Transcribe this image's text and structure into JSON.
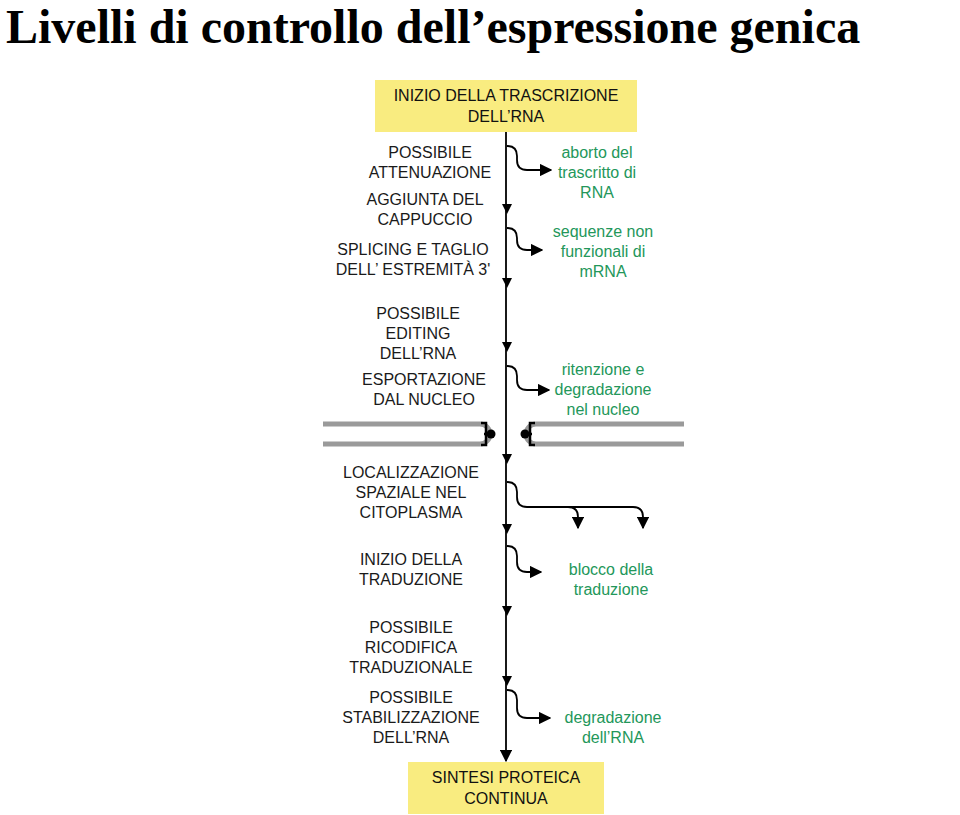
{
  "diagram": {
    "title": "Livelli di controllo dell’espressione genica",
    "nodes": [
      {
        "text": [
          "INIZIO DELLA TRASCRIZIONE DELL’RNA"
        ]
      },
      {
        "text": [
          "SINTESI PROTEICA CONTINUA"
        ]
      }
    ],
    "edges": [
      {
        "from": 0,
        "to": 1,
        "arrow": "to"
      }
    ],
    "labels": [
      "POSSIBILE ATTENUAZIONE",
      "AGGIUNTA DEL CAPPUCCIO",
      "SPLICING E TAGLIO DELL’ ESTREMITÀ 3'",
      "POSSIBILE EDITING DELL’RNA",
      "ESPORTAZIONE DAL NUCLEO",
      "LOCALIZZAZIONE SPAZIALE NEL CITOPLASMA",
      "INIZIO DELLA TRADUZIONE",
      "POSSIBILE RICODIFICA TRADUZIONALE",
      "POSSIBILE STABILIZZAZIONE DELL’RNA",
      "aborto del trascritto di RNA",
      "sequenze non funzionali di mRNA",
      "ritenzione e degradazione nel nucleo",
      "blocco della traduzione",
      "degradazione dell’RNA"
    ]
  }
}
